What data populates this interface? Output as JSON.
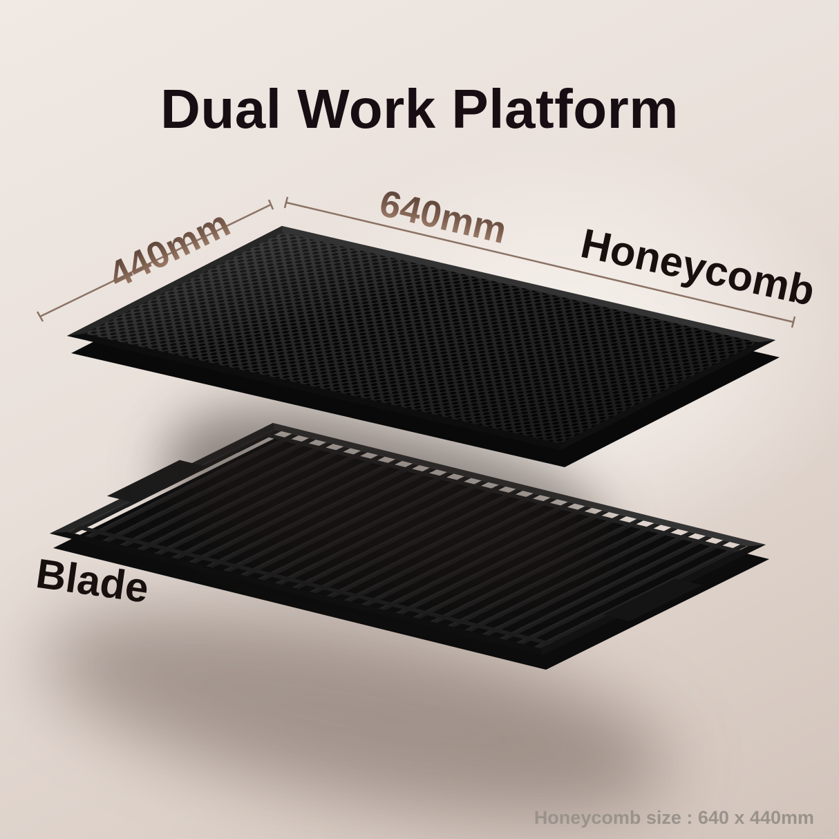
{
  "title": "Dual Work Platform",
  "labels": {
    "depth": "440mm",
    "width": "640mm",
    "honeycomb": "Honeycomb",
    "blade": "Blade"
  },
  "caption": "Honeycomb size : 640 x 440mm",
  "colors": {
    "background_light": "#f0e9e4",
    "background_dark": "#d2c4bb",
    "panel_dark": "#1a1a1a",
    "dimension_bronze": "#7d5f4f",
    "title_text": "#170e13",
    "caption_text": "#9a938c"
  }
}
